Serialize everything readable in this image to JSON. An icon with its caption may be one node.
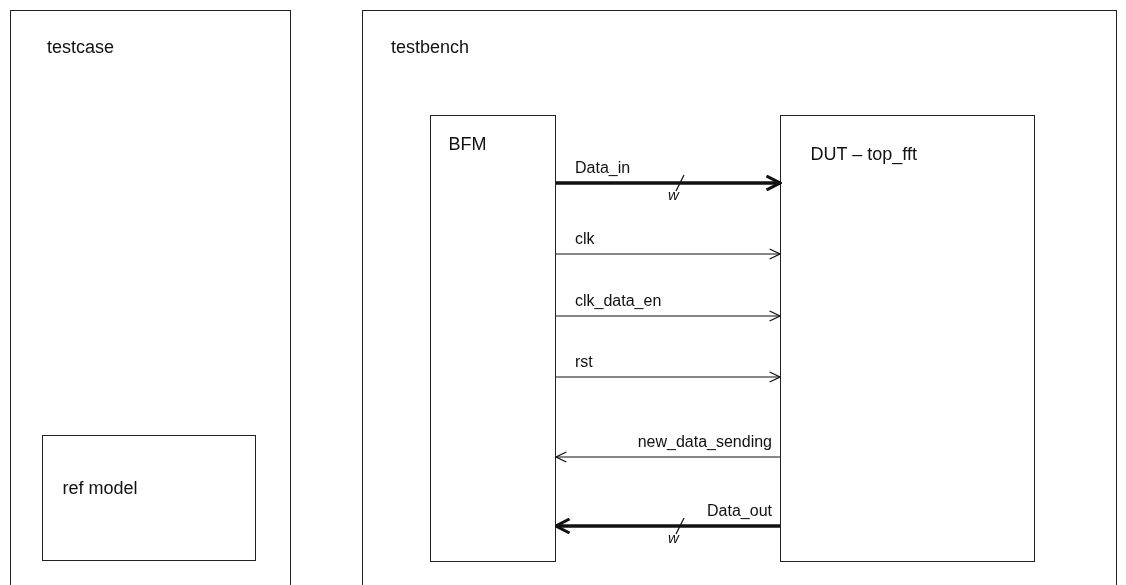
{
  "diagram": {
    "nodes": [
      {
        "text": [
          "testcase"
        ]
      },
      {
        "text": [
          "ref model"
        ],
        "in": 0
      },
      {
        "text": [
          "testbench"
        ]
      },
      {
        "text": [
          "BFM"
        ],
        "in": 2
      },
      {
        "text": [
          "DUT – top_fft"
        ],
        "in": 2
      }
    ],
    "edges": [
      {
        "from": 3,
        "to": 4,
        "arrow": "to",
        "label": "Data_in",
        "style": "thick"
      },
      {
        "from": 3,
        "to": 4,
        "arrow": "to",
        "label": "clk"
      },
      {
        "from": 3,
        "to": 4,
        "arrow": "to",
        "label": "clk_data_en"
      },
      {
        "from": 3,
        "to": 4,
        "arrow": "to",
        "label": "rst"
      },
      {
        "from": 4,
        "to": 3,
        "arrow": "to",
        "label": "new_data_sending"
      },
      {
        "from": 4,
        "to": 3,
        "arrow": "to",
        "label": "Data_out",
        "style": "thick"
      }
    ],
    "labels": [
      "w",
      "w"
    ]
  }
}
